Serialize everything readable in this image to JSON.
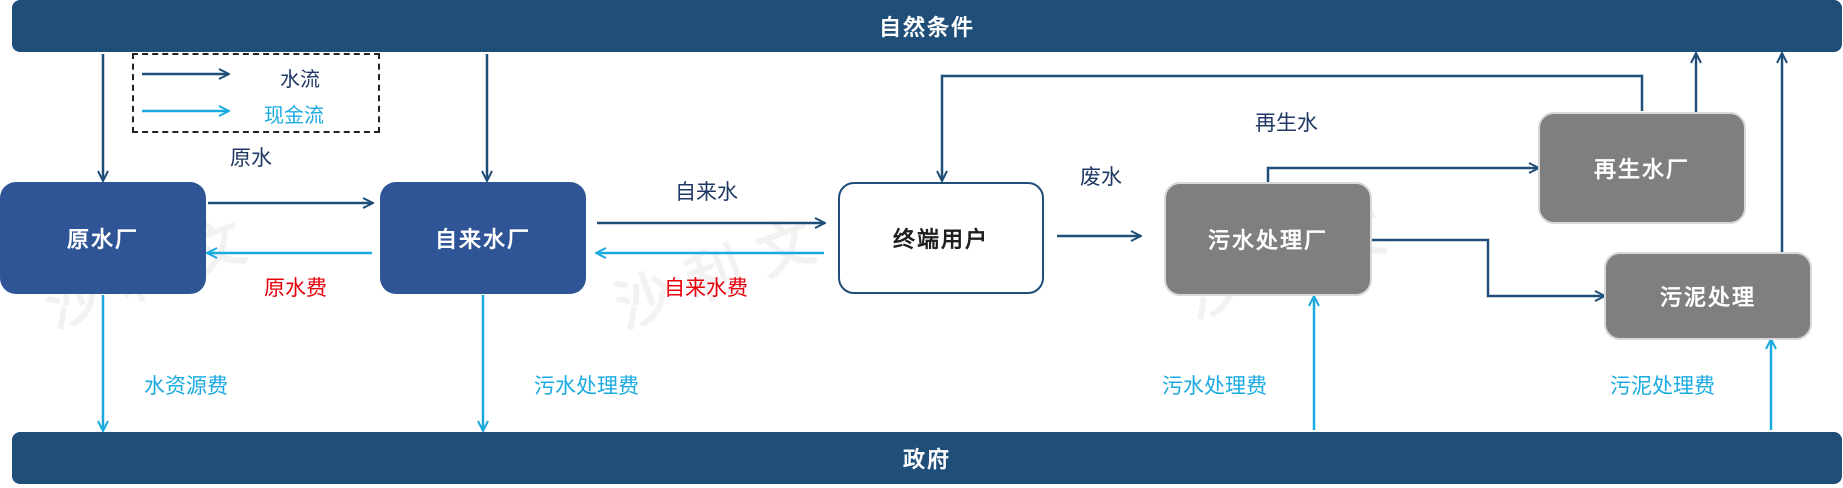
{
  "top_bar": "自然条件",
  "bottom_bar": "政府",
  "legend": {
    "water_flow": "水流",
    "cash_flow": "现金流"
  },
  "nodes": {
    "raw_plant": "原水厂",
    "tap_plant": "自来水厂",
    "end_user": "终端用户",
    "sewage_plant": "污水处理厂",
    "recycled_plant": "再生水厂",
    "sludge": "污泥处理"
  },
  "labels": {
    "raw_water": "原水",
    "raw_fee": "原水费",
    "tap_water": "自来水",
    "tap_fee": "自来水费",
    "waste_water": "废水",
    "recycled_water": "再生水",
    "resource_fee": "水资源费",
    "sewage_fee_left": "污水处理费",
    "sewage_fee_right": "污水处理费",
    "sludge_fee": "污泥处理费"
  },
  "colors": {
    "water": "#1f4e79",
    "cash": "#1aaae0",
    "fee_text": "#e8000b"
  }
}
